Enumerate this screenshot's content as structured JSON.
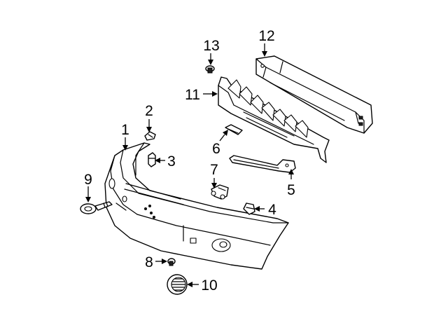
{
  "callouts": {
    "c1": "1",
    "c2": "2",
    "c3": "3",
    "c4": "4",
    "c5": "5",
    "c6": "6",
    "c7": "7",
    "c8": "8",
    "c9": "9",
    "c10": "10",
    "c11": "11",
    "c12": "12",
    "c13": "13"
  },
  "parts": [
    {
      "callout": "1",
      "part": "bumper-cover"
    },
    {
      "callout": "2",
      "part": "retainer-clip"
    },
    {
      "callout": "3",
      "part": "push-pin-fastener"
    },
    {
      "callout": "4",
      "part": "retainer"
    },
    {
      "callout": "5",
      "part": "mounting-bracket"
    },
    {
      "callout": "6",
      "part": "small-bracket"
    },
    {
      "callout": "7",
      "part": "bracket-with-bolts"
    },
    {
      "callout": "8",
      "part": "screw"
    },
    {
      "callout": "9",
      "part": "tow-hook"
    },
    {
      "callout": "10",
      "part": "fog-lamp-cover"
    },
    {
      "callout": "11",
      "part": "energy-absorber"
    },
    {
      "callout": "12",
      "part": "impact-bar-reinforcement"
    },
    {
      "callout": "13",
      "part": "bolt"
    }
  ]
}
